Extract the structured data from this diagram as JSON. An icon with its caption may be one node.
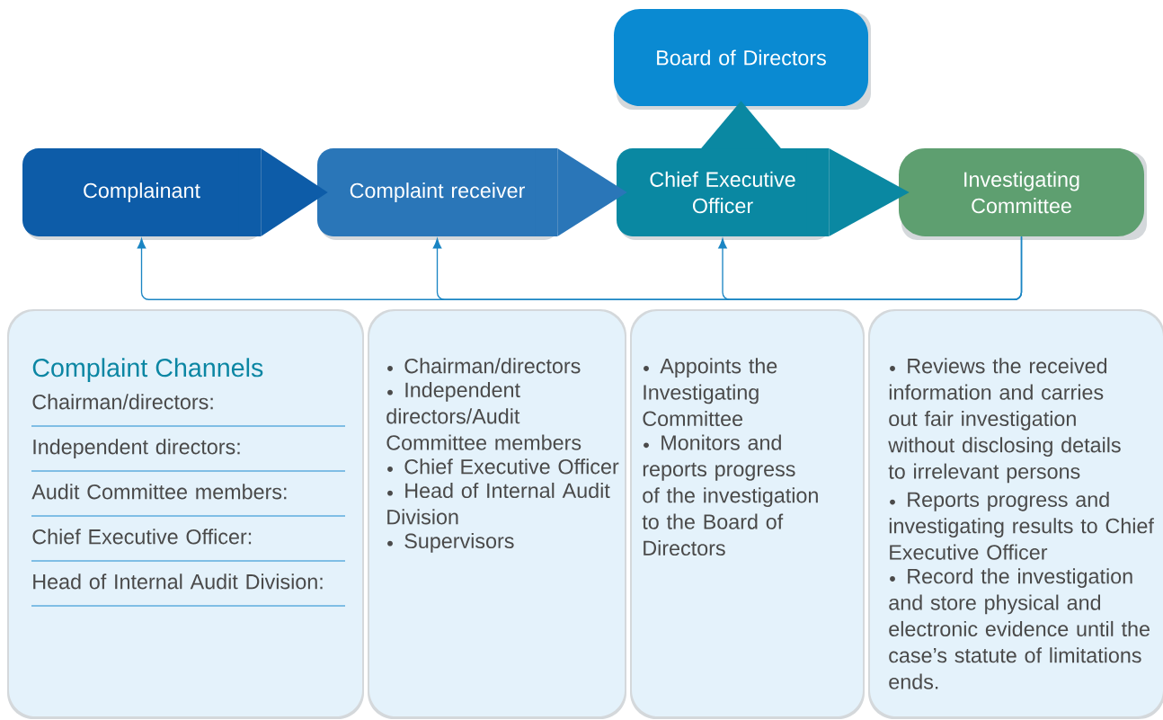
{
  "diagram": {
    "nodes": [
      {
        "text": [
          "Board of Directors"
        ]
      },
      {
        "text": [
          "Complainant"
        ]
      },
      {
        "text": [
          "Complaint receiver"
        ]
      },
      {
        "text": [
          "Chief Executive Officer"
        ]
      },
      {
        "text": [
          "Investigating Committee"
        ]
      },
      {
        "text": [
          "Complaint Channels",
          "Chairman/directors:",
          "Independent directors:",
          "Audit Committee members:",
          "Chief Executive Officer:",
          "Head of Internal Audit Division:"
        ]
      },
      {
        "text": [
          "Chairman/directors",
          "Independent directors/Audit Committee members",
          "Chief Executive Officer",
          "Head of Internal Audit Division",
          "Supervisors"
        ]
      },
      {
        "text": [
          "Appoints the Investigating Committee",
          "Monitors and reports progress of the investigation to the Board of Directors"
        ]
      },
      {
        "text": [
          "Reviews the received information and carries out fair investigation without disclosing details to irrelevant persons",
          "Reports progress and investigating results to Chief Executive Officer",
          "Record the investigation and store physical and electronic evidence until the case’s statute of limitations ends."
        ]
      }
    ],
    "edges": [
      {
        "from": 1,
        "to": 2,
        "arrow": "to"
      },
      {
        "from": 2,
        "to": 3,
        "arrow": "to"
      },
      {
        "from": 3,
        "to": 4,
        "arrow": "to"
      },
      {
        "from": 3,
        "to": 0,
        "arrow": "to"
      },
      {
        "from": 4,
        "to": 1,
        "arrow": "to"
      },
      {
        "from": 4,
        "to": 2,
        "arrow": "to"
      },
      {
        "from": 4,
        "to": 3,
        "arrow": "to"
      }
    ]
  }
}
